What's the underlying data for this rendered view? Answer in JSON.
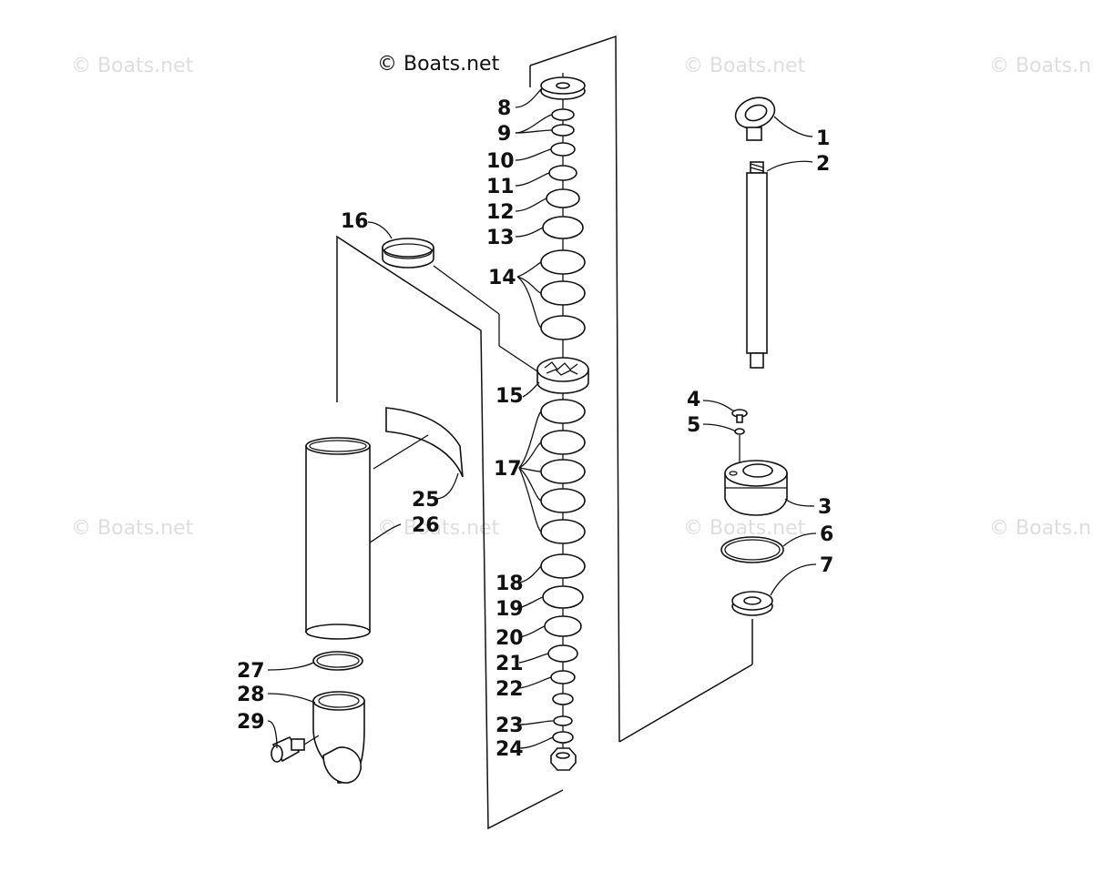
{
  "watermarks": [
    {
      "text": "© Boats.net"
    },
    {
      "text": "© Boats.net"
    },
    {
      "text": "© Boats.n"
    },
    {
      "text": "© Boats.net"
    },
    {
      "text": "© Boats.net"
    },
    {
      "text": "© Boats.net"
    },
    {
      "text": "© Boats.n"
    }
  ],
  "credit": "© Boats.net",
  "callouts": {
    "p1": "1",
    "p2": "2",
    "p3": "3",
    "p4": "4",
    "p5": "5",
    "p6": "6",
    "p7": "7",
    "p8": "8",
    "p9": "9",
    "p10": "10",
    "p11": "11",
    "p12": "12",
    "p13": "13",
    "p14": "14",
    "p15": "15",
    "p16": "16",
    "p17": "17",
    "p18": "18",
    "p19": "19",
    "p20": "20",
    "p21": "21",
    "p22": "22",
    "p23": "23",
    "p24": "24",
    "p25": "25",
    "p26": "26",
    "p27": "27",
    "p28": "28",
    "p29": "29"
  }
}
